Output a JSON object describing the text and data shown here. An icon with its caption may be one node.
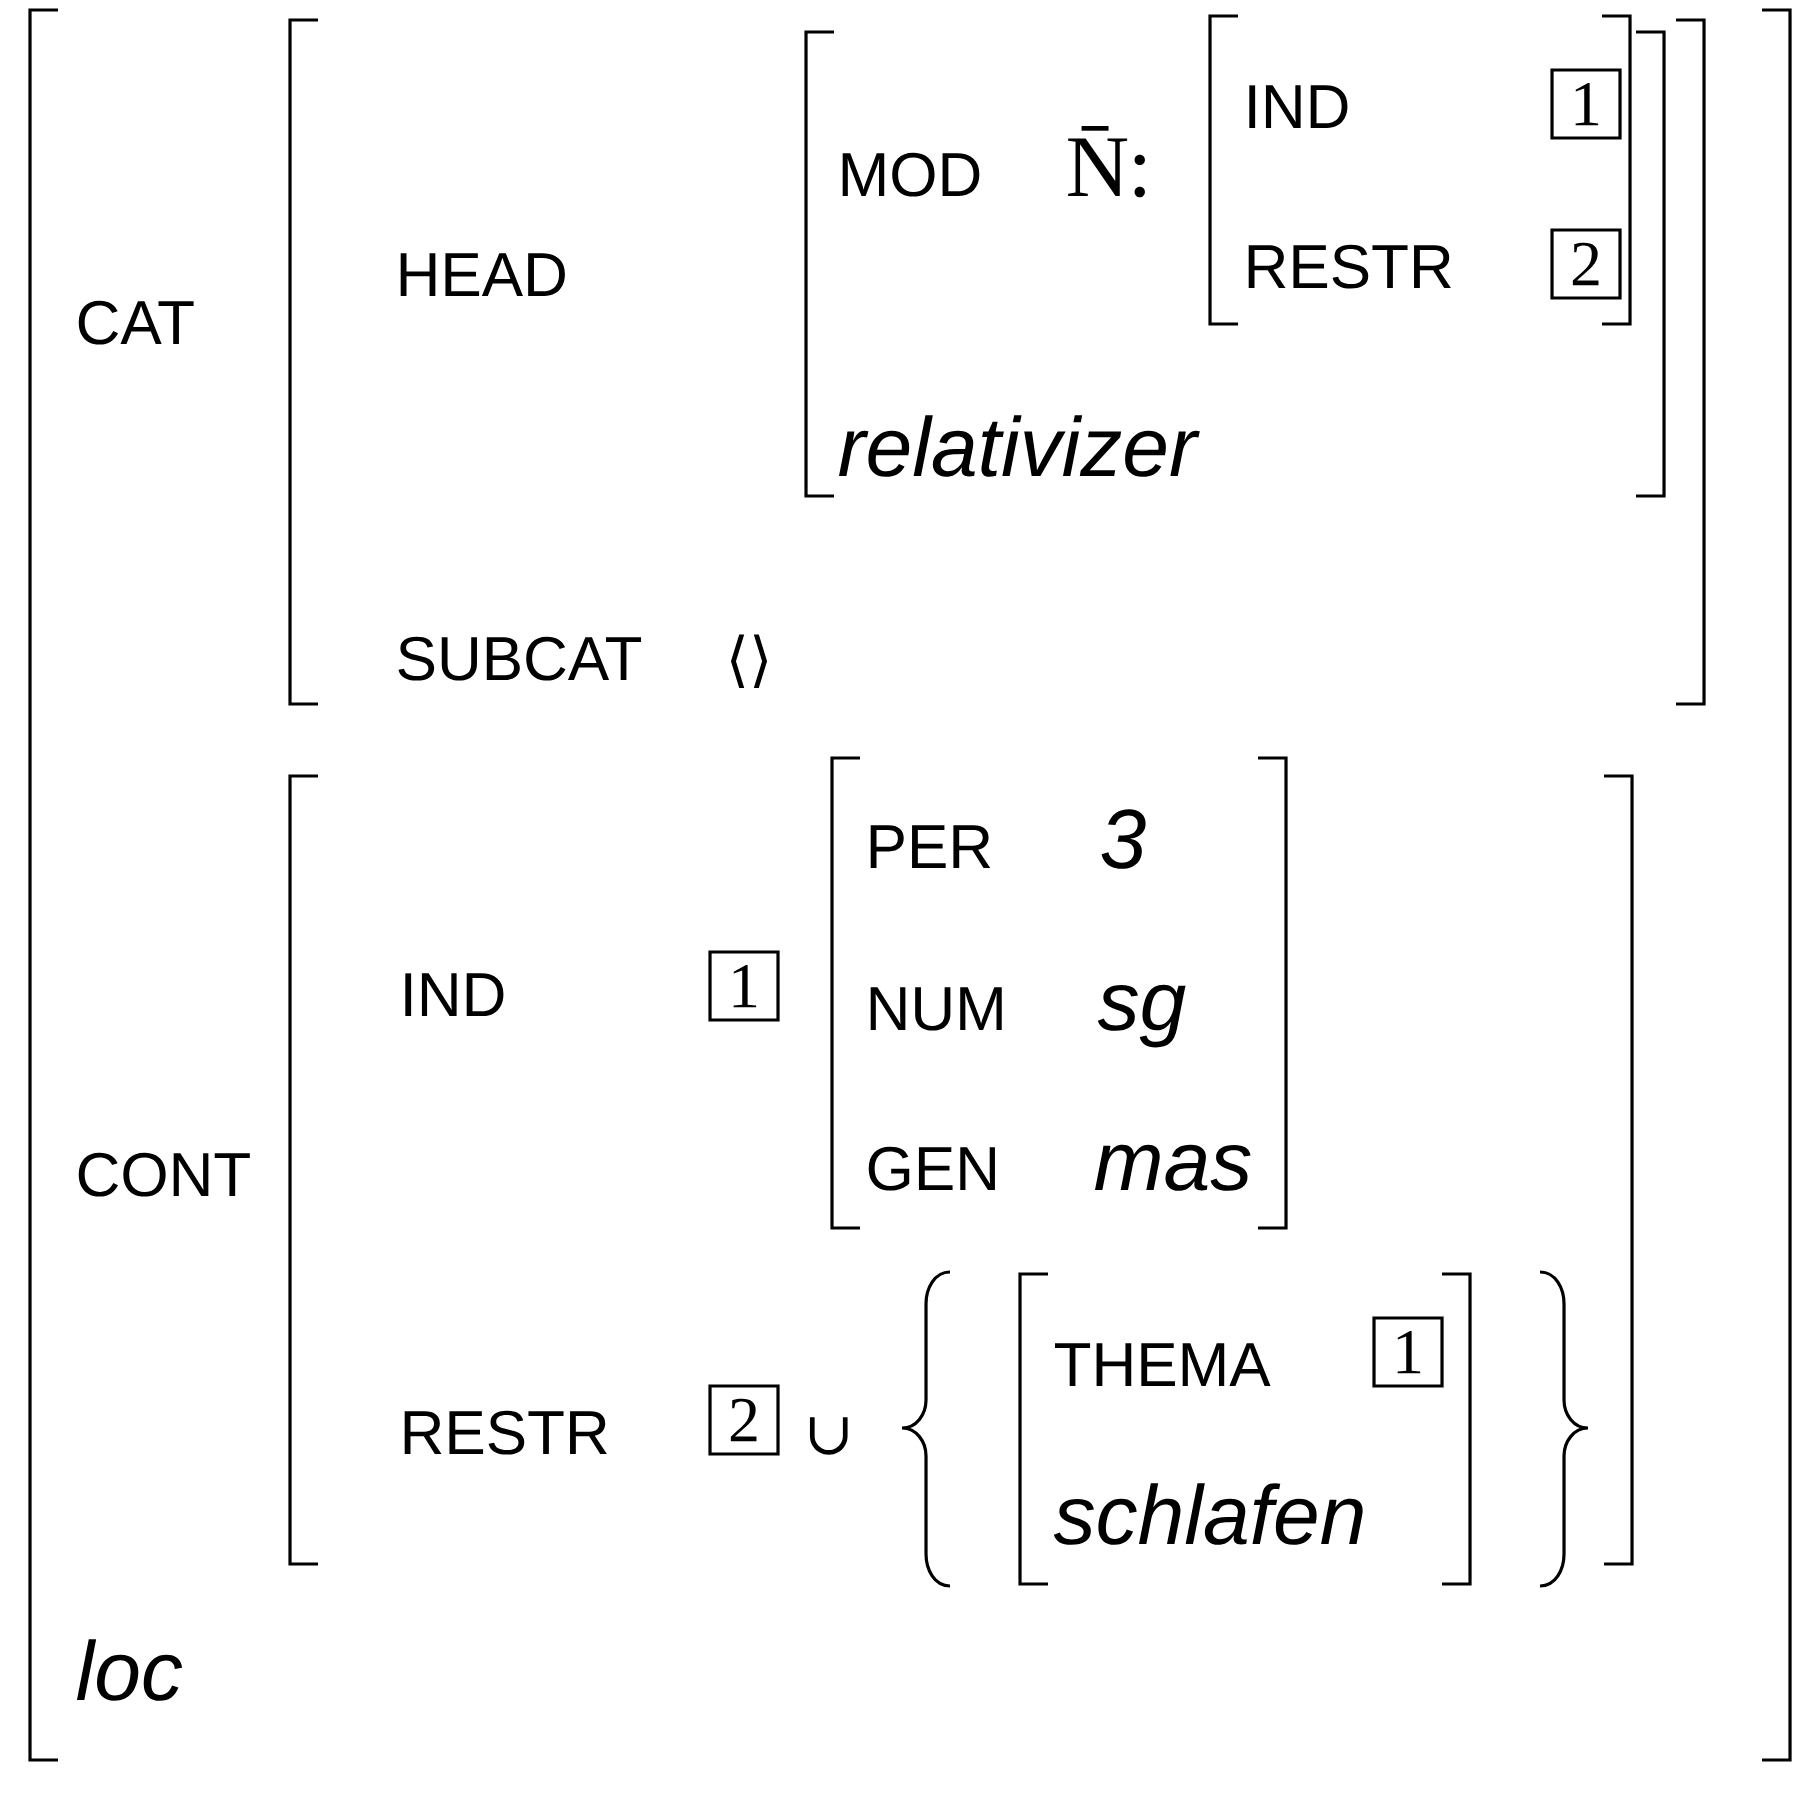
{
  "diagram": {
    "nodes": [
      {
        "text": [
          "CAT",
          "CONT",
          "loc"
        ]
      },
      {
        "text": [
          "HEAD",
          "SUBCAT",
          "⟨⟩"
        ],
        "in": 0
      },
      {
        "text": [
          "MOD",
          "N̄",
          ":",
          "relativizer"
        ],
        "in": 1
      },
      {
        "text": [
          "IND",
          "RESTR"
        ],
        "in": 2
      },
      {
        "text": [
          "1"
        ],
        "in": 3
      },
      {
        "text": [
          "2"
        ],
        "in": 3
      },
      {
        "text": [
          "IND",
          "RESTR",
          "∪"
        ],
        "in": 0
      },
      {
        "text": [
          "1"
        ],
        "in": 6
      },
      {
        "text": [
          "PER",
          "3",
          "NUM",
          "sg",
          "GEN",
          "mas"
        ],
        "in": 6
      },
      {
        "text": [
          "2"
        ],
        "in": 6
      },
      {
        "text": [
          "THEMA",
          "schlafen"
        ],
        "in": 6
      },
      {
        "text": [
          "1"
        ],
        "in": 10
      }
    ]
  }
}
